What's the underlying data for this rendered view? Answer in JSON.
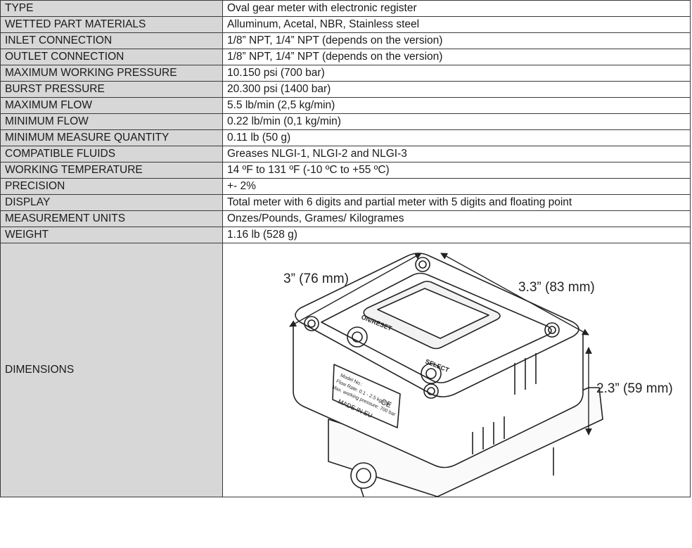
{
  "rows": [
    {
      "label": "TYPE",
      "value": "Oval gear meter with electronic register"
    },
    {
      "label": "WETTED PART MATERIALS",
      "value": "Alluminum, Acetal, NBR, Stainless steel"
    },
    {
      "label": "INLET CONNECTION",
      "value": "1/8” NPT, 1/4” NPT (depends on the version)"
    },
    {
      "label": "OUTLET CONNECTION",
      "value": "1/8” NPT, 1/4” NPT (depends on the version)"
    },
    {
      "label": "MAXIMUM WORKING PRESSURE",
      "value": "10.150 psi (700 bar)"
    },
    {
      "label": "BURST PRESSURE",
      "value": "20.300 psi (1400 bar)"
    },
    {
      "label": "MAXIMUM FLOW",
      "value": "5.5 lb/min (2,5 kg/min)"
    },
    {
      "label": "MINIMUM FLOW",
      "value": "0.22 lb/min (0,1 kg/min)"
    },
    {
      "label": "MINIMUM MEASURE QUANTITY",
      "value": "0.11 lb (50 g)"
    },
    {
      "label": "COMPATIBLE FLUIDS",
      "value": "Greases NLGI-1, NLGI-2 and NLGI-3"
    },
    {
      "label": "WORKING TEMPERATURE",
      "value": "14 ºF to 131 ºF (-10 ºC to +55 ºC)"
    },
    {
      "label": "PRECISION",
      "value": "+- 2%"
    },
    {
      "label": "DISPLAY",
      "value": "Total meter with 6 digits and partial meter with 5 digits and floating point"
    },
    {
      "label": "MEASUREMENT UNITS",
      "value": "Onzes/Pounds, Grames/ Kilogrames"
    },
    {
      "label": "WEIGHT",
      "value": "1.16 lb (528 g)"
    }
  ],
  "dimensions": {
    "label": "DIMENSIONS",
    "width": "3” (76 mm)",
    "depth": "3.3” (83 mm)",
    "height": "2.3” (59 mm)"
  },
  "device": {
    "button_on_reset": "ON/RESET",
    "button_select": "SELECT",
    "label_lines": [
      "Model No.:",
      "Flow Rate: 0.1 - 2.5 kg/min",
      "Max. working pressure: 700 bar"
    ],
    "made_in": "MADE IN EU",
    "ce_mark": "CE"
  },
  "colors": {
    "label_bg": "#d7d7d7",
    "border": "#3a3a3a",
    "drawing_stroke": "#222222"
  }
}
